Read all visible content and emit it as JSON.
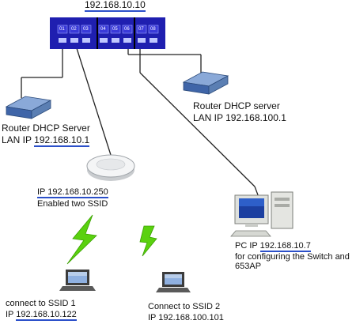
{
  "switch": {
    "ip": "192.168.10.10",
    "ports": [
      "01",
      "02",
      "03",
      "04",
      "05",
      "06",
      "07",
      "08"
    ]
  },
  "router_left": {
    "line1": "Router DHCP Server",
    "line2_prefix": "LAN IP ",
    "ip": "192.168.10.1"
  },
  "router_right": {
    "line1": "Router DHCP server",
    "line2": "LAN IP 192.168.100.1"
  },
  "access_point": {
    "ip_label": "IP 192.168.10.250",
    "note": "Enabled two SSID"
  },
  "pc": {
    "ip_prefix": "PC IP ",
    "ip": "192.168.10.7",
    "note1": "for configuring the Switch and",
    "note2": "653AP"
  },
  "laptop_left": {
    "line1": "connect to SSID 1",
    "line2_prefix": "IP ",
    "ip": "192.168.10.122"
  },
  "laptop_right": {
    "line1": "Connect to SSID 2",
    "line2": "IP 192.168.100.101"
  },
  "colors": {
    "switch_blue": "#1f1fb0",
    "router_blue": "#5b7fb3",
    "underline": "#2b4fc9",
    "bolt_green": "#5ad10f"
  }
}
